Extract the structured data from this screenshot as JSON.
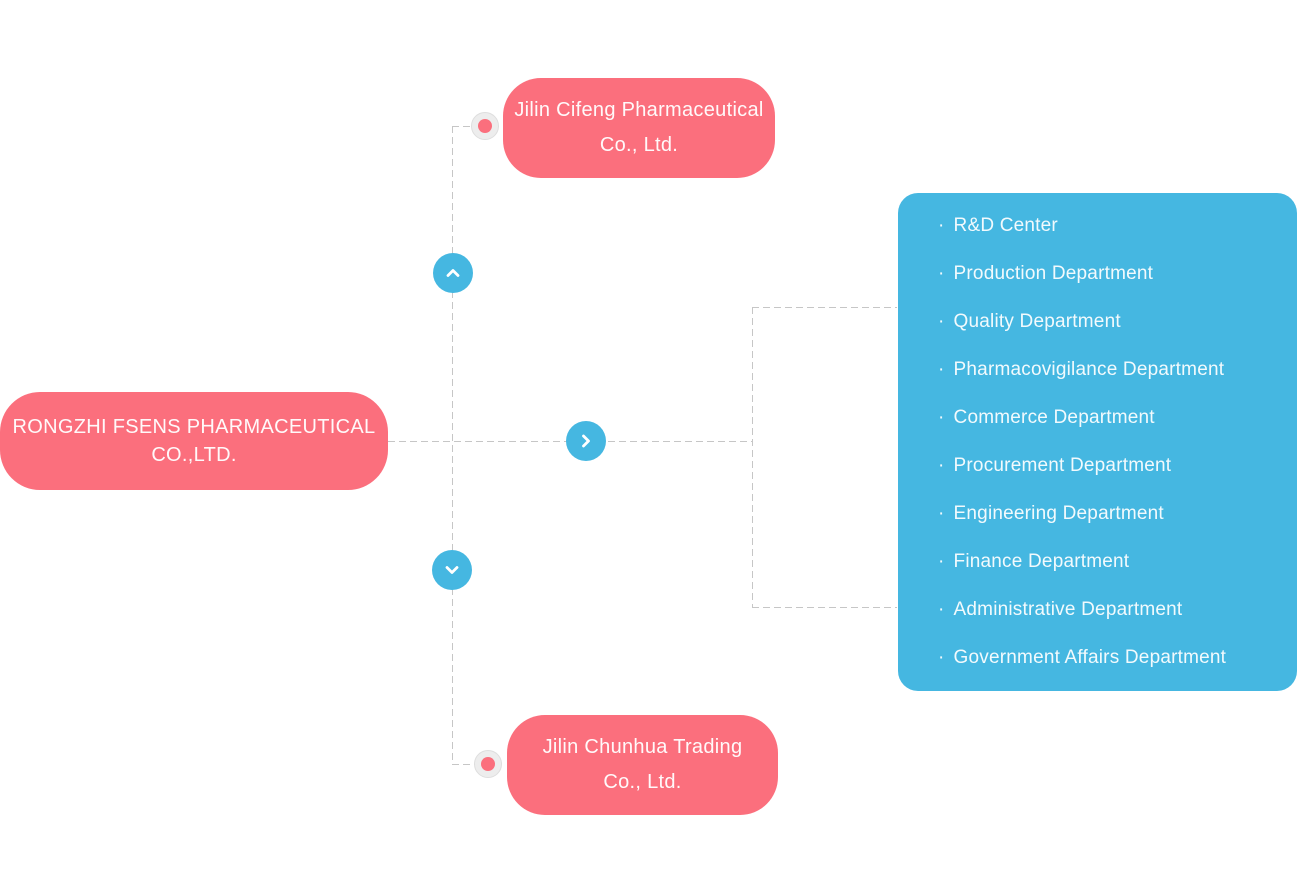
{
  "page": {
    "background": "#ffffff"
  },
  "colors": {
    "node_pink": "#FB6F7D",
    "panel_blue": "#45B7E1",
    "connector_gray": "#c6c6c6",
    "dot_outer_gray": "#ededed",
    "text_on_color": "#ffffff"
  },
  "root_node": {
    "line1": "RONGZHI FSENS PHARMACEUTICAL",
    "line2": "CO.,LTD."
  },
  "subsidiary_top": {
    "line1": "Jilin Cifeng Pharmaceutical",
    "line2": "Co., Ltd."
  },
  "subsidiary_bottom": {
    "line1": "Jilin Chunhua Trading",
    "line2": "Co., Ltd."
  },
  "departments": {
    "bullet": "·",
    "items": [
      "R&D Center",
      "Production Department",
      "Quality Department",
      "Pharmacovigilance Department",
      "Commerce Department",
      "Procurement Department",
      "Engineering Department",
      "Finance Department",
      "Administrative Department",
      "Government Affairs Department"
    ]
  }
}
